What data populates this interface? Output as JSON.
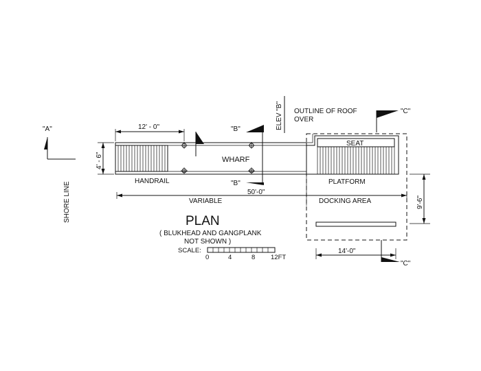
{
  "labels": {
    "view_a": "\"A\"",
    "shore_line": "SHORE LINE",
    "elev_b": "ELEV \"B\"",
    "roof_outline_1": "OUTLINE OF ROOF",
    "roof_outline_2": "OVER",
    "section_c_top": "\"C\"",
    "section_c_bottom": "\"C\"",
    "section_b_top": "\"B\"",
    "section_b_bottom": "\"B\"",
    "wharf": "WHARF",
    "seat": "SEAT",
    "handrail": "HANDRAIL",
    "platform": "PLATFORM",
    "variable": "VARIABLE",
    "docking_area": "DOCKING AREA",
    "plan_title": "PLAN",
    "note_1": "( BLUKHEAD AND GANGPLANK",
    "note_2": "NOT SHOWN )"
  },
  "dimensions": {
    "handrail_length": "12' - 0\"",
    "wharf_width": "4' - 6\"",
    "overall_length": "50'-0\"",
    "platform_depth": "9'-6\"",
    "platform_width": "14'-0\""
  },
  "scale": {
    "label": "SCALE:",
    "ticks": [
      "0",
      "4",
      "8",
      "12FT"
    ]
  }
}
